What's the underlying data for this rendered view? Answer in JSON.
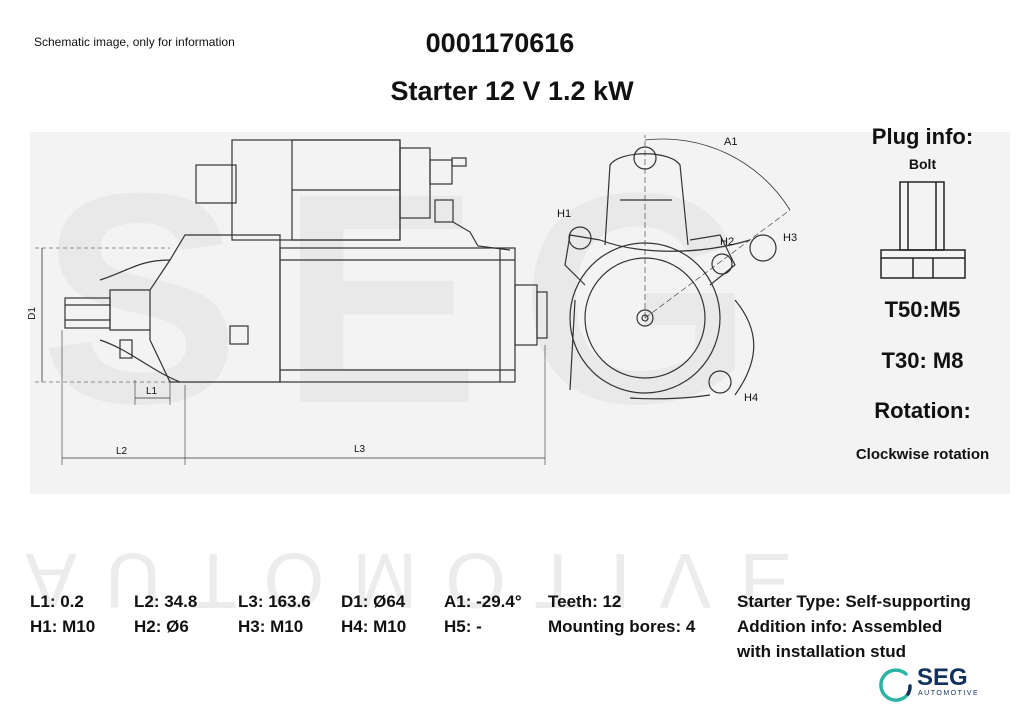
{
  "header": {
    "note": "Schematic image, only for information",
    "part_number": "0001170616",
    "title": "Starter 12 V 1.2 kW"
  },
  "watermark": {
    "brand": "SEG",
    "tagline": "AUTOMOTIVE"
  },
  "drawing_labels": {
    "a1": "A1",
    "h1": "H1",
    "h2": "H2",
    "h3": "H3",
    "h4": "H4",
    "d1": "D1",
    "l1": "L1",
    "l2": "L2",
    "l3": "L3"
  },
  "plug_info": {
    "title": "Plug info:",
    "subtitle": "Bolt",
    "t50": "T50:M5",
    "t30": "T30: M8",
    "rotation_title": "Rotation:",
    "rotation_value": "Clockwise rotation"
  },
  "specs": {
    "l1": "L1: 0.2",
    "l2": "L2: 34.8",
    "l3": "L3: 163.6",
    "d1": "D1: Ø64",
    "a1": "A1: -29.4°",
    "teeth": "Teeth: 12",
    "h1": "H1: M10",
    "h2": "H2: Ø6",
    "h3": "H3: M10",
    "h4": "H4: M10",
    "h5": "H5: -",
    "mounting": "Mounting bores: 4",
    "starter_type": "Starter Type:  Self-supporting",
    "addition_line1": "Addition info: Assembled",
    "addition_line2": "with installation stud"
  },
  "logo": {
    "name": "SEG",
    "sub": "AUTOMOTIVE",
    "color_primary": "#12305c",
    "color_accent": "#2bb3a3"
  }
}
